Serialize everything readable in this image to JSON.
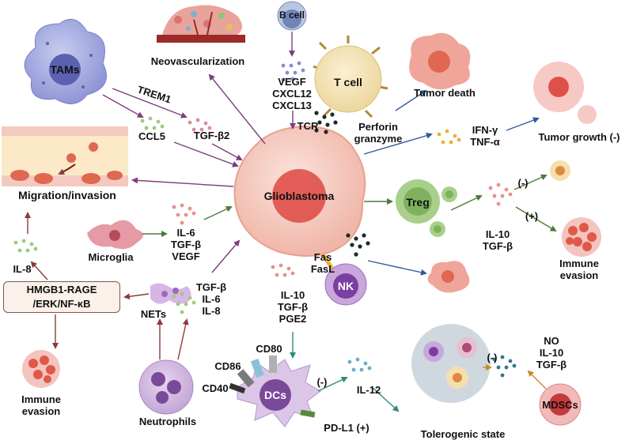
{
  "cells": {
    "tams": "TAMs",
    "b_cell": "B cell",
    "t_cell": "T cell",
    "glioblastoma": "Glioblastoma",
    "treg": "Treg",
    "nk": "NK",
    "dcs": "DCs",
    "mdscs": "MDSCs"
  },
  "labels": {
    "neovascularization": "Neovascularization",
    "trem1": "TREM1",
    "ccl5": "CCL5",
    "tgf_b2": "TGF-β2",
    "migration": "Migration/invasion",
    "b_cell_factors": "VEGF\nCXCL12\nCXCL13",
    "tcr": "TCR",
    "perforin": "Perforin\ngranzyme",
    "tumor_death": "Tumor death",
    "ifn_tnf": "IFN-γ\nTNF-α",
    "tumor_growth": "Tumor growth (-)",
    "microglia": "Microglia",
    "microglia_factors": "IL-6\nTGF-β\nVEGF",
    "il8": "IL-8",
    "hmgb1": "HMGB1-RAGE\n/ERK/NF-κB",
    "nets": "NETs",
    "nets_factors": "TGF-β\nIL-6\nIL-8",
    "immune_evasion_left": "Immune\nevasion",
    "neutrophils": "Neutrophils",
    "gbm_factors": "IL-10\nTGF-β\nPGE2",
    "fas": "Fas\nFasL",
    "treg_factors": "IL-10\nTGF-β",
    "minus_treg": "(-)",
    "plus_treg": "(+)",
    "immune_evasion_right": "Immune\nevasion",
    "cd80": "CD80",
    "cd86": "CD86",
    "cd40": "CD40",
    "minus_dc": "(-)",
    "il12": "IL-12",
    "pdl1": "PD-L1 (+)",
    "tolerogenic": "Tolerogenic state",
    "mdsc_factors": "NO\nIL-10\nTGF-β",
    "minus_mdsc": "(-)"
  },
  "colors": {
    "purple_arrow": "#7d3d7d",
    "green_arrow": "#4e7a3a",
    "blue_arrow": "#2d5b9a",
    "teal_arrow": "#2f8a7a",
    "orange_arrow": "#c98a2a",
    "brown_arrow": "#8a3a3a"
  }
}
